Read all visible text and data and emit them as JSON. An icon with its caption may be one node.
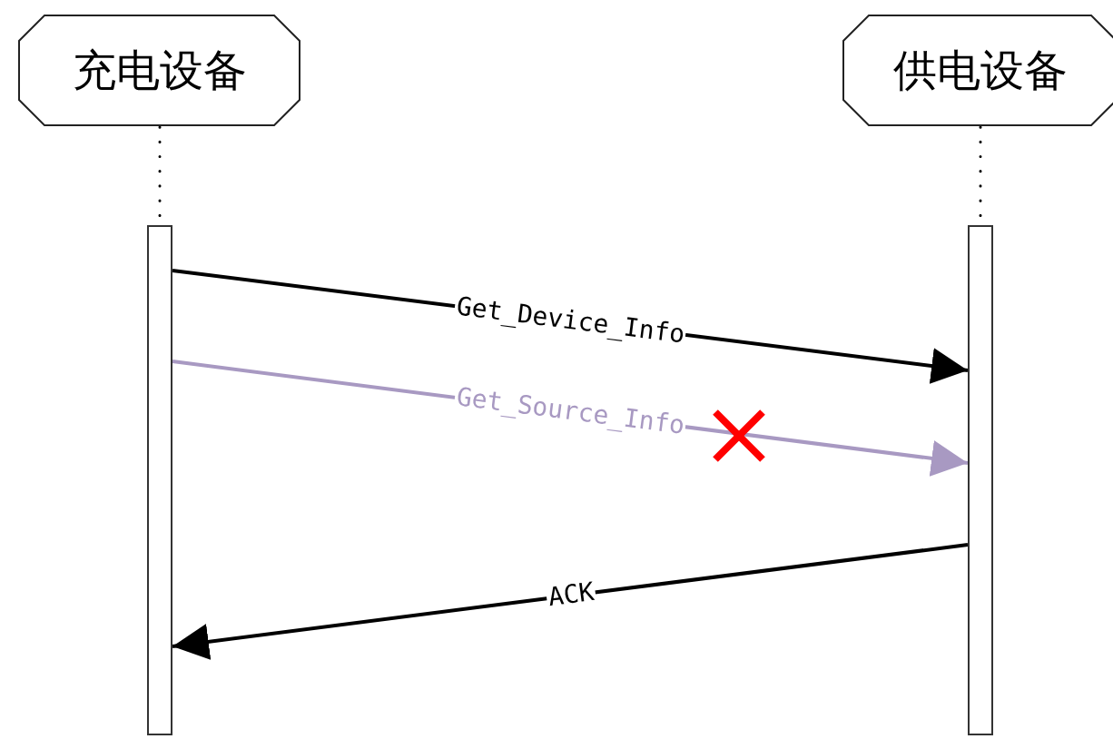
{
  "diagram": {
    "nodes": [
      {
        "text": [
          "充电设备"
        ]
      },
      {
        "text": [
          "供电设备"
        ]
      },
      {
        "text": [],
        "shape": "bar"
      },
      {
        "text": [],
        "shape": "bar"
      }
    ],
    "edges": [
      {
        "from": 0,
        "to": 2,
        "arrow": "none",
        "style": "dashed"
      },
      {
        "from": 1,
        "to": 3,
        "arrow": "none",
        "style": "dashed"
      },
      {
        "from": 2,
        "to": 3,
        "arrow": "to",
        "label": "Get_Device_Info"
      },
      {
        "from": 2,
        "to": 3,
        "arrow": "to",
        "label": "Get_Source_Info",
        "color": "#a899c2"
      },
      {
        "from": 3,
        "to": 2,
        "arrow": "to",
        "label": "ACK"
      }
    ]
  }
}
